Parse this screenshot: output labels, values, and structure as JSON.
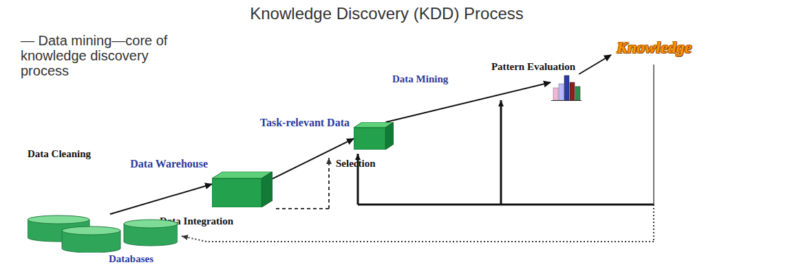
{
  "diagram": {
    "title": "Knowledge Discovery (KDD) Process",
    "nodes": [
      {
        "text": [
          "Databases"
        ]
      },
      {
        "text": [
          "Data Warehouse"
        ]
      },
      {
        "text": [
          "Task-relevant Data"
        ]
      },
      {
        "text": [
          "Pattern Evaluation"
        ]
      },
      {
        "text": [
          "Knowledge"
        ]
      }
    ],
    "edges": [
      {
        "from": 0,
        "to": 1,
        "arrow": "to"
      },
      {
        "from": 1,
        "to": 2,
        "arrow": "to"
      },
      {
        "from": 2,
        "to": 3,
        "label": "Data Mining",
        "arrow": "to"
      },
      {
        "from": 3,
        "to": 4,
        "arrow": "to"
      }
    ],
    "labels": [
      "— Data mining—core of knowledge discovery process",
      "Data Cleaning",
      "Data Integration",
      "Selection"
    ]
  }
}
